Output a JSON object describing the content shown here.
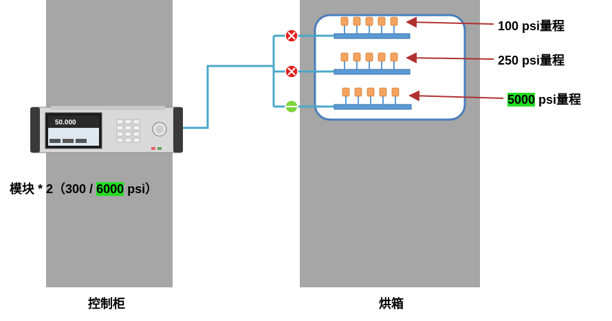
{
  "labels": {
    "control_cabinet": "控制柜",
    "oven": "烘箱",
    "module_prefix": "模块 * 2（300 / ",
    "module_highlight": "6000",
    "module_suffix": " psi）"
  },
  "ranges": [
    {
      "value_text": "100",
      "unit_text": " psi量程",
      "highlighted": false
    },
    {
      "value_text": "250",
      "unit_text": " psi量程",
      "highlighted": false
    },
    {
      "value_text": "5000",
      "unit_text": " psi量程",
      "highlighted": true
    }
  ],
  "valves": [
    {
      "state": "closed",
      "symbol": "✕"
    },
    {
      "state": "closed",
      "symbol": "✕"
    },
    {
      "state": "open",
      "symbol": ""
    }
  ],
  "instrument_screen": {
    "reading": "50.000"
  },
  "colors": {
    "panel": "#a6a6a6",
    "pipe": "#4aa8c8",
    "manifold": "#5b9bd5",
    "sensor": "#f4a460",
    "arrow": "#b03030",
    "highlight": "#22dd22",
    "valve_closed": "#e02020",
    "valve_open": "#7cd43c"
  }
}
